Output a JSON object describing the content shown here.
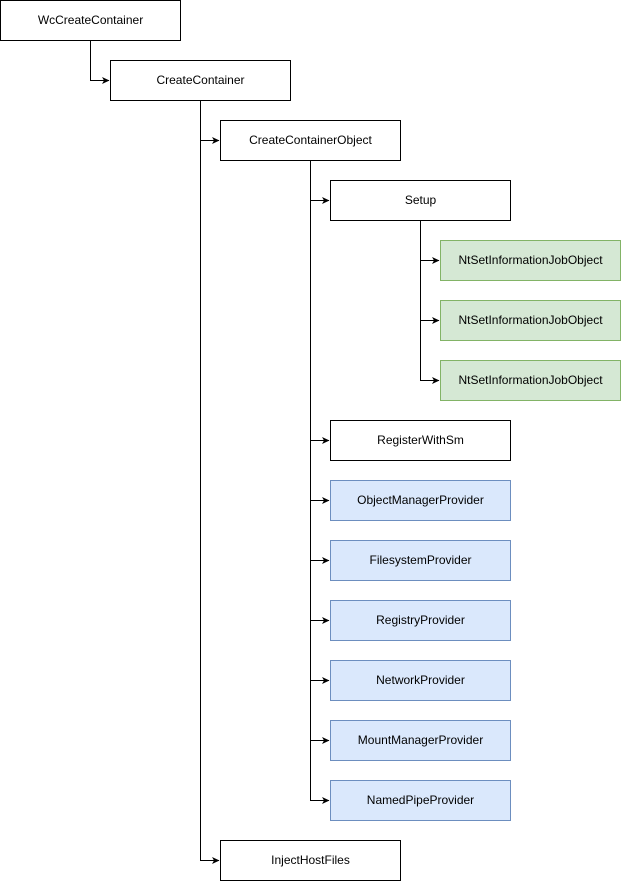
{
  "colors": {
    "stroke": "#000000",
    "white_fill": "#ffffff",
    "green_fill": "#d5e8d4",
    "green_stroke": "#82b366",
    "blue_fill": "#dae8fc",
    "blue_stroke": "#6c8ebf"
  },
  "nodes": [
    {
      "id": "wc-create-container",
      "label": "WcCreateContainer",
      "style": "white"
    },
    {
      "id": "create-container",
      "label": "CreateContainer",
      "style": "white"
    },
    {
      "id": "create-container-object",
      "label": "CreateContainerObject",
      "style": "white"
    },
    {
      "id": "setup",
      "label": "Setup",
      "style": "white"
    },
    {
      "id": "nt-set-information-job-object-1",
      "label": "NtSetInformationJobObject",
      "style": "green"
    },
    {
      "id": "nt-set-information-job-object-2",
      "label": "NtSetInformationJobObject",
      "style": "green"
    },
    {
      "id": "nt-set-information-job-object-3",
      "label": "NtSetInformationJobObject",
      "style": "green"
    },
    {
      "id": "register-with-sm",
      "label": "RegisterWithSm",
      "style": "white"
    },
    {
      "id": "object-manager-provider",
      "label": "ObjectManagerProvider",
      "style": "blue"
    },
    {
      "id": "filesystem-provider",
      "label": "FilesystemProvider",
      "style": "blue"
    },
    {
      "id": "registry-provider",
      "label": "RegistryProvider",
      "style": "blue"
    },
    {
      "id": "network-provider",
      "label": "NetworkProvider",
      "style": "blue"
    },
    {
      "id": "mount-manager-provider",
      "label": "MountManagerProvider",
      "style": "blue"
    },
    {
      "id": "named-pipe-provider",
      "label": "NamedPipeProvider",
      "style": "blue"
    },
    {
      "id": "inject-host-files",
      "label": "InjectHostFiles",
      "style": "white"
    }
  ],
  "edges": [
    {
      "from": "wc-create-container",
      "to": "create-container"
    },
    {
      "from": "create-container",
      "to": "create-container-object"
    },
    {
      "from": "create-container",
      "to": "inject-host-files"
    },
    {
      "from": "create-container-object",
      "to": "setup"
    },
    {
      "from": "create-container-object",
      "to": "register-with-sm"
    },
    {
      "from": "create-container-object",
      "to": "object-manager-provider"
    },
    {
      "from": "create-container-object",
      "to": "filesystem-provider"
    },
    {
      "from": "create-container-object",
      "to": "registry-provider"
    },
    {
      "from": "create-container-object",
      "to": "network-provider"
    },
    {
      "from": "create-container-object",
      "to": "mount-manager-provider"
    },
    {
      "from": "create-container-object",
      "to": "named-pipe-provider"
    },
    {
      "from": "setup",
      "to": "nt-set-information-job-object-1"
    },
    {
      "from": "setup",
      "to": "nt-set-information-job-object-2"
    },
    {
      "from": "setup",
      "to": "nt-set-information-job-object-3"
    }
  ]
}
